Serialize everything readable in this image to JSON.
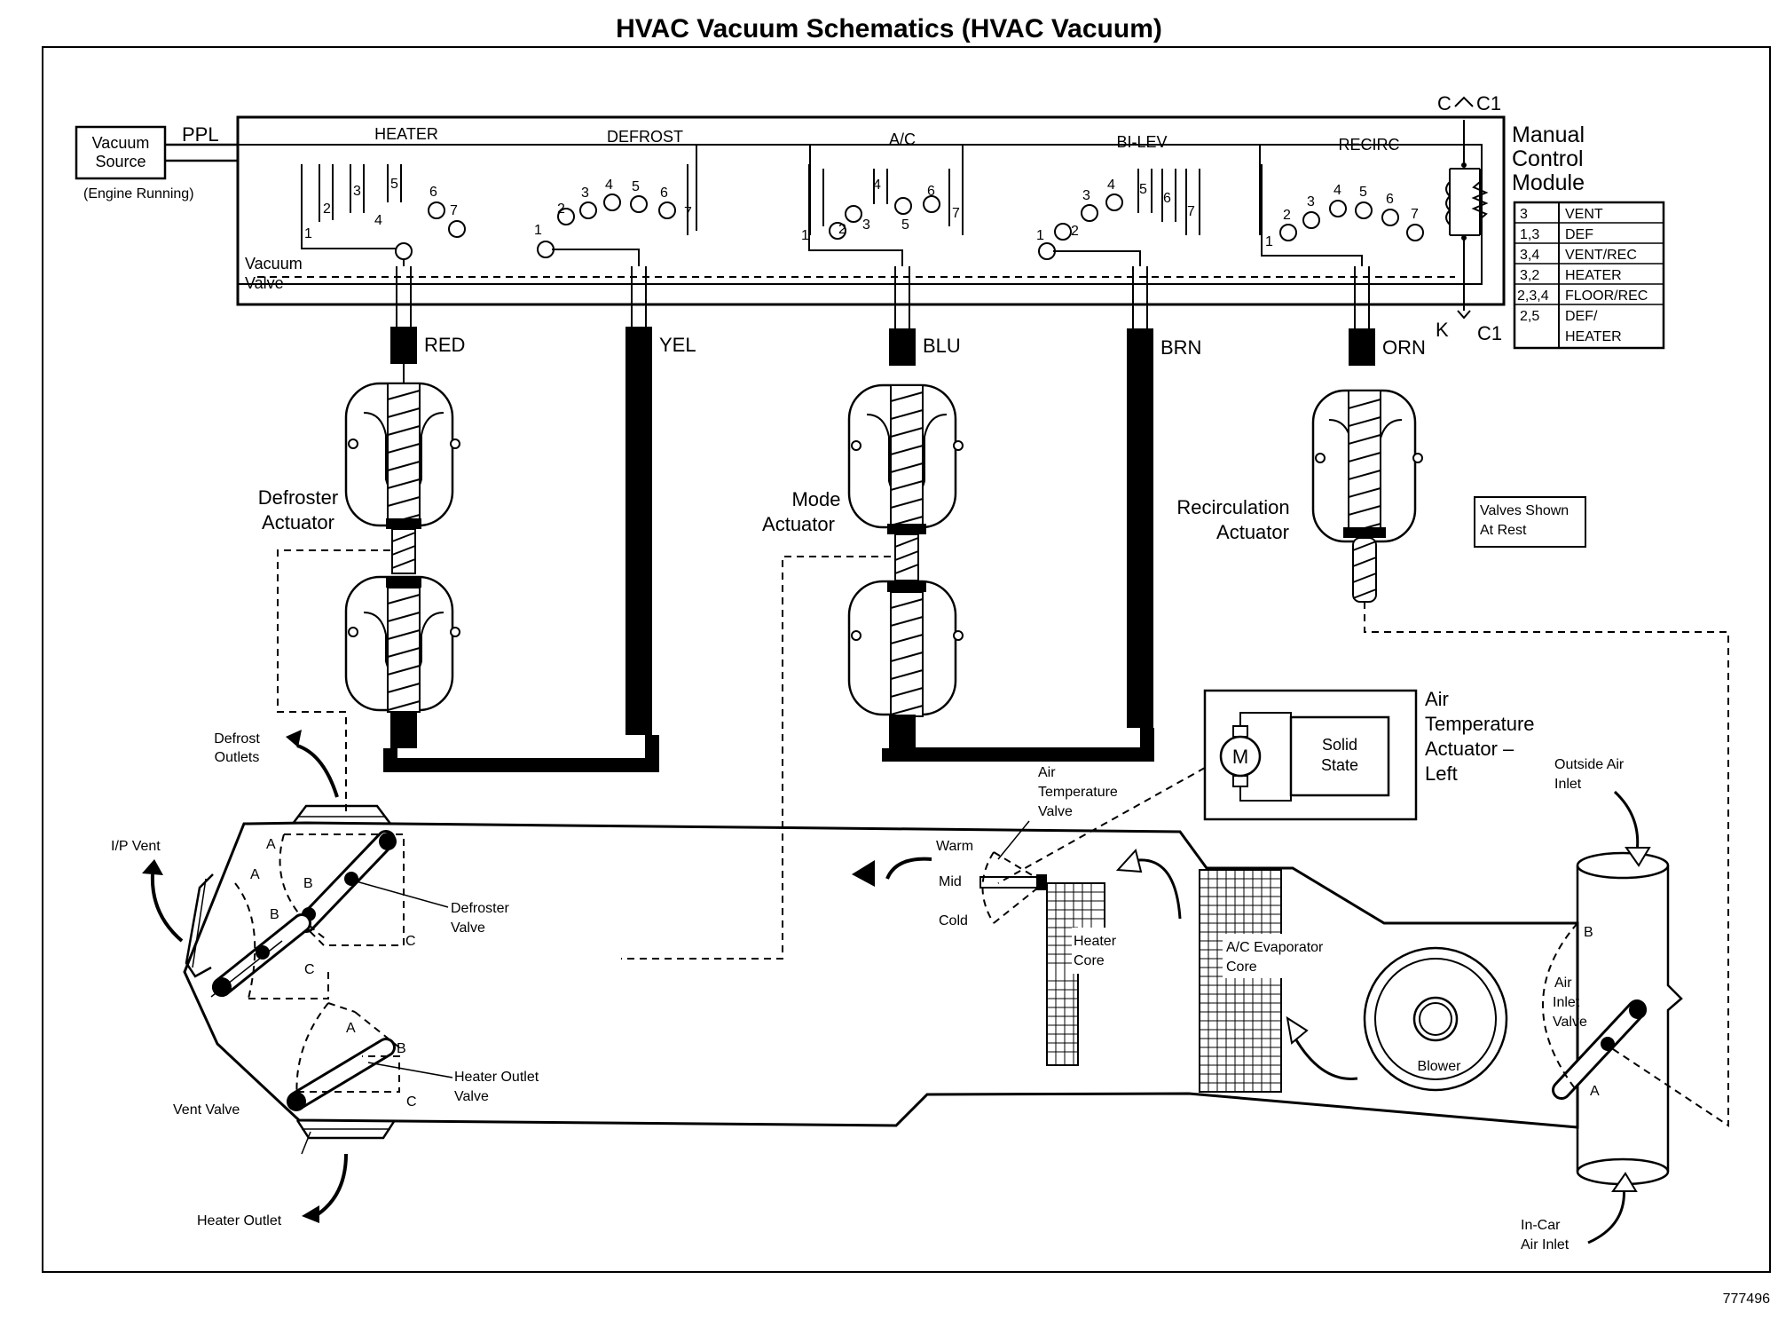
{
  "title": "HVAC Vacuum Schematics (HVAC Vacuum)",
  "figure_number": "777496",
  "vacuum_source": {
    "label_line1": "Vacuum",
    "label_line2": "Source",
    "note": "(Engine Running)",
    "hose_label": "PPL"
  },
  "vacuum_valve_label_line1": "Vacuum",
  "vacuum_valve_label_line2": "Valve",
  "modes": [
    "HEATER",
    "DEFROST",
    "A/C",
    "BI-LEV",
    "RECIRC"
  ],
  "port_numbers": [
    "1",
    "2",
    "3",
    "4",
    "5",
    "6",
    "7"
  ],
  "connector_labels": {
    "top_c": "C",
    "top_c1": "C1",
    "bottom_k": "K",
    "bottom_c1": "C1"
  },
  "manual_control_module": {
    "label_line1": "Manual",
    "label_line2": "Control",
    "label_line3": "Module",
    "table": [
      {
        "ports": "3",
        "mode": "VENT"
      },
      {
        "ports": "1,3",
        "mode": "DEF"
      },
      {
        "ports": "3,4",
        "mode": "VENT/REC"
      },
      {
        "ports": "3,2",
        "mode": "HEATER"
      },
      {
        "ports": "2,3,4",
        "mode": "FLOOR/REC"
      },
      {
        "ports": "2,5",
        "mode": "DEF/",
        "mode_line2": "HEATER"
      }
    ]
  },
  "hoses": [
    "RED",
    "YEL",
    "BLU",
    "BRN",
    "ORN"
  ],
  "actuators": {
    "defroster_line1": "Defroster",
    "defroster_line2": "Actuator",
    "mode_line1": "Mode",
    "mode_line2": "Actuator",
    "recirc_line1": "Recirculation",
    "recirc_line2": "Actuator"
  },
  "valves_shown_line1": "Valves Shown",
  "valves_shown_line2": "At Rest",
  "air_temp_actuator": {
    "line1": "Air",
    "line2": "Temperature",
    "line3": "Actuator –",
    "line4": "Left",
    "motor": "M",
    "solid_state_line1": "Solid",
    "solid_state_line2": "State"
  },
  "air_temp_valve": {
    "line1": "Air",
    "line2": "Temperature",
    "line3": "Valve",
    "warm": "Warm",
    "mid": "Mid",
    "cold": "Cold"
  },
  "heater_core_line1": "Heater",
  "heater_core_line2": "Core",
  "evaporator_line1": "A/C Evaporator",
  "evaporator_line2": "Core",
  "blower": "Blower",
  "outside_air_line1": "Outside Air",
  "outside_air_line2": "Inlet",
  "air_inlet_valve_line1": "Air",
  "air_inlet_valve_line2": "Inlet",
  "air_inlet_valve_line3": "Valve",
  "incar_line1": "In-Car",
  "incar_line2": "Air Inlet",
  "defrost_outlets_line1": "Defrost",
  "defrost_outlets_line2": "Outlets",
  "ip_vent": "I/P Vent",
  "defroster_valve_line1": "Defroster",
  "defroster_valve_line2": "Valve",
  "vent_valve": "Vent Valve",
  "heater_outlet_valve_line1": "Heater Outlet",
  "heater_outlet_valve_line2": "Valve",
  "heater_outlet": "Heater Outlet",
  "position_labels": [
    "A",
    "B",
    "C"
  ]
}
